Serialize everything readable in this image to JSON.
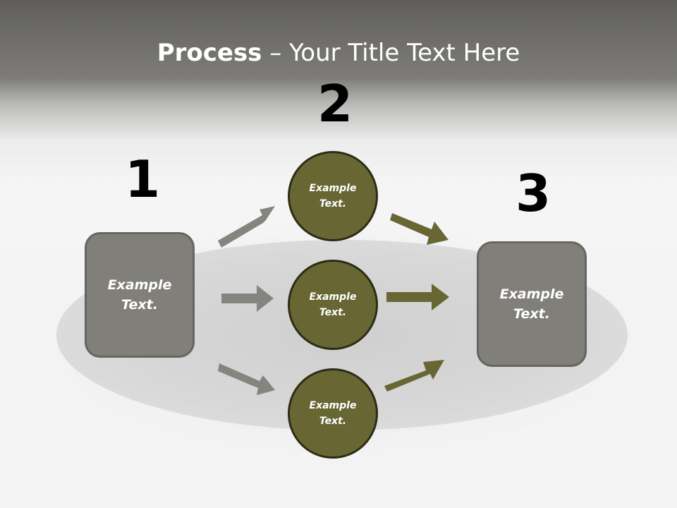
{
  "title": {
    "bold": "Process",
    "rest": " – Your Title Text Here"
  },
  "steps": [
    {
      "number": "1"
    },
    {
      "number": "2"
    },
    {
      "number": "3"
    }
  ],
  "boxes": {
    "left": {
      "line1": "Example",
      "line2": "Text."
    },
    "right": {
      "line1": "Example",
      "line2": "Text."
    }
  },
  "circles": [
    {
      "line1": "Example",
      "line2": "Text."
    },
    {
      "line1": "Example",
      "line2": "Text."
    },
    {
      "line1": "Example",
      "line2": "Text."
    }
  ],
  "colors": {
    "box": "#807f7a",
    "circle": "#686734",
    "gray_arrow": "#858580",
    "olive_arrow": "#686734"
  }
}
